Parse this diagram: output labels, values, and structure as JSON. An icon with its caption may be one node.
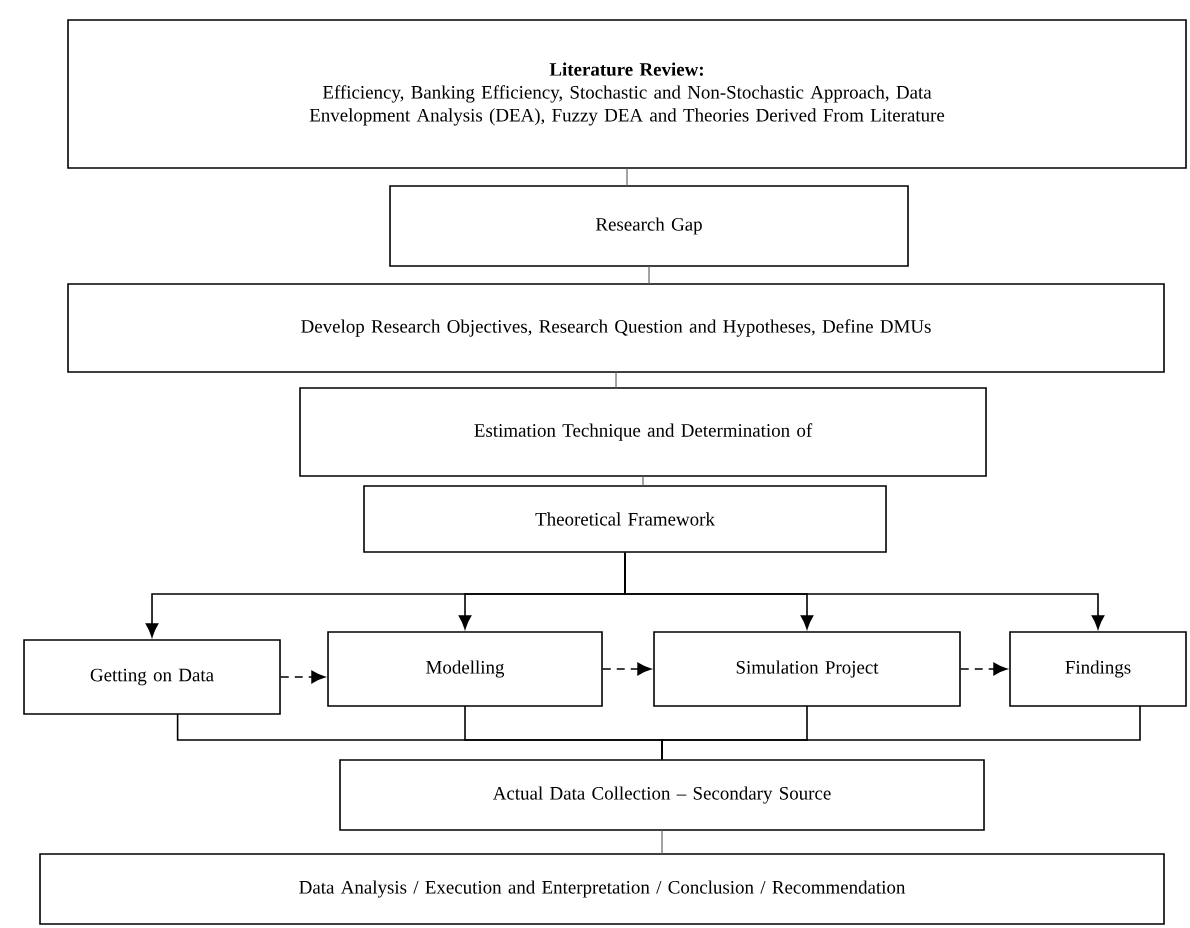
{
  "diagram": {
    "nodes": [
      {
        "text": [
          "Literature Review:",
          "Efficiency, Banking Efficiency, Stochastic and Non-Stochastic Approach, Data Envelopment Analysis (DEA), Fuzzy DEA and Theories Derived From Literature"
        ]
      },
      {
        "text": [
          "Research Gap"
        ]
      },
      {
        "text": [
          "Develop Research Objectives, Research Question and Hypotheses, Define DMUs"
        ]
      },
      {
        "text": [
          "Estimation Technique and Determination of"
        ]
      },
      {
        "text": [
          "Theoretical Framework"
        ]
      },
      {
        "text": [
          "Getting on Data"
        ]
      },
      {
        "text": [
          "Modelling"
        ]
      },
      {
        "text": [
          "Simulation Project"
        ]
      },
      {
        "text": [
          "Findings"
        ]
      },
      {
        "text": [
          "Actual Data Collection – Secondary Source"
        ]
      },
      {
        "text": [
          "Data Analysis / Execution and Enterpretation / Conclusion / Recommendation"
        ]
      }
    ],
    "edges": [
      {
        "from": 0,
        "to": 1,
        "arrow": "none",
        "color": "#8c8c8c"
      },
      {
        "from": 1,
        "to": 2,
        "arrow": "none",
        "color": "#8c8c8c"
      },
      {
        "from": 2,
        "to": 3,
        "arrow": "none",
        "color": "#8c8c8c"
      },
      {
        "from": 3,
        "to": 4,
        "arrow": "none",
        "color": "#8c8c8c"
      },
      {
        "from": 4,
        "to": 5,
        "arrow": "to"
      },
      {
        "from": 4,
        "to": 6,
        "arrow": "to"
      },
      {
        "from": 4,
        "to": 7,
        "arrow": "to"
      },
      {
        "from": 4,
        "to": 8,
        "arrow": "to"
      },
      {
        "from": 5,
        "to": 6,
        "arrow": "to",
        "style": "dashed"
      },
      {
        "from": 6,
        "to": 7,
        "arrow": "to",
        "style": "dashed"
      },
      {
        "from": 7,
        "to": 8,
        "arrow": "to",
        "style": "dashed"
      },
      {
        "from": 5,
        "to": 9,
        "arrow": "none"
      },
      {
        "from": 6,
        "to": 9,
        "arrow": "none"
      },
      {
        "from": 7,
        "to": 9,
        "arrow": "none"
      },
      {
        "from": 8,
        "to": 9,
        "arrow": "none"
      },
      {
        "from": 9,
        "to": 10,
        "arrow": "none",
        "color": "#8c8c8c"
      }
    ]
  }
}
